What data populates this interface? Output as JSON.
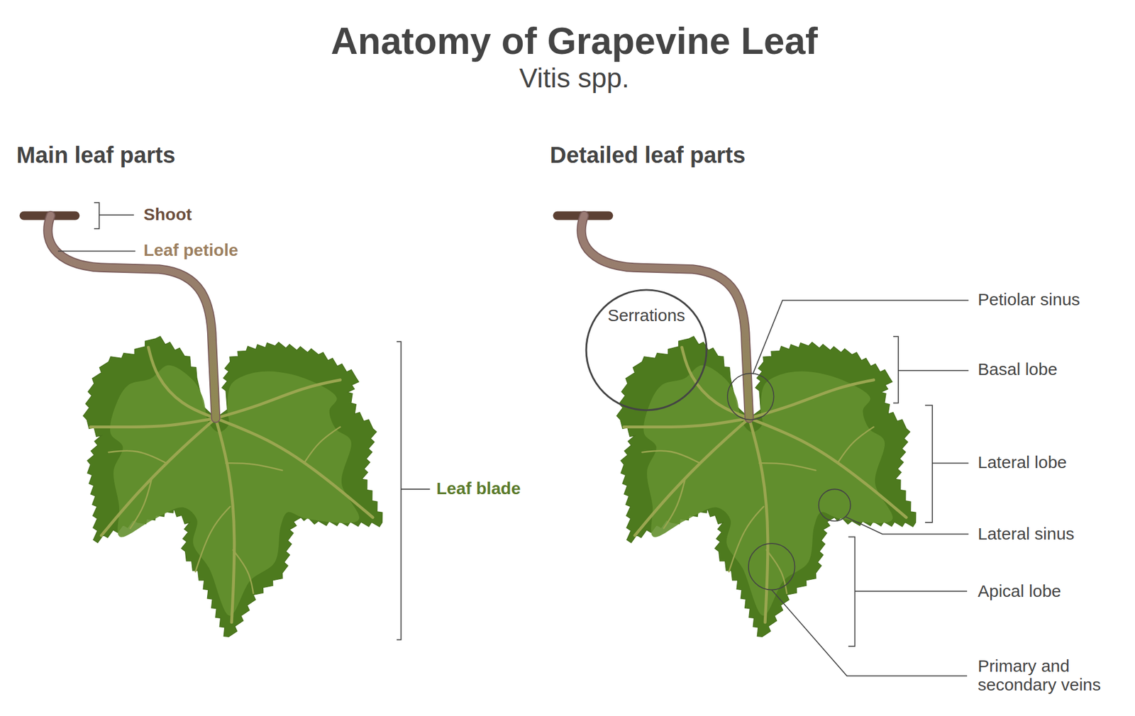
{
  "diagram": {
    "title": "Anatomy of Grapevine Leaf",
    "nodes": [
      {
        "text": [
          "Serrations"
        ]
      }
    ],
    "labels": [
      "Vitis spp.",
      "Main leaf parts",
      "Detailed leaf parts",
      "Shoot",
      "Leaf petiole",
      "Leaf blade",
      "Petiolar sinus",
      "Basal lobe",
      "Lateral lobe",
      "Lateral sinus",
      "Apical lobe",
      "Primary and secondary veins"
    ]
  }
}
